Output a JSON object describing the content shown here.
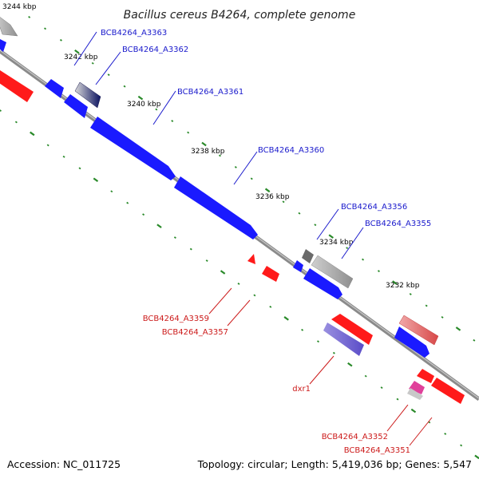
{
  "title": "Bacillus cereus B4264, complete genome",
  "footer": {
    "accession": "Accession: NC_011725",
    "summary": "Topology: circular; Length: 5,419,036 bp; Genes: 5,547"
  },
  "colors": {
    "forward": "#1a1aff",
    "reverse": "#ff1a1a",
    "backbone": "#7a7a7a",
    "tick": "#2a8a2a",
    "forward_label": "#1a1acc",
    "reverse_label": "#cc1a1a"
  },
  "ticks": [
    {
      "label": "3244 kbp"
    },
    {
      "label": "3242 kbp"
    },
    {
      "label": "3240 kbp"
    },
    {
      "label": "3238 kbp"
    },
    {
      "label": "3236 kbp"
    },
    {
      "label": "3234 kbp"
    },
    {
      "label": "3232 kbp"
    }
  ],
  "gene_labels": [
    {
      "text": "BCB4264_A3363",
      "strand": "forward"
    },
    {
      "text": "BCB4264_A3362",
      "strand": "forward"
    },
    {
      "text": "BCB4264_A3361",
      "strand": "forward"
    },
    {
      "text": "BCB4264_A3360",
      "strand": "forward"
    },
    {
      "text": "BCB4264_A3356",
      "strand": "forward"
    },
    {
      "text": "BCB4264_A3355",
      "strand": "forward"
    },
    {
      "text": "BCB4264_A3359",
      "strand": "reverse"
    },
    {
      "text": "BCB4264_A3357",
      "strand": "reverse"
    },
    {
      "text": "dxr1",
      "strand": "reverse"
    },
    {
      "text": "BCB4264_A3352",
      "strand": "reverse"
    },
    {
      "text": "BCB4264_A3351",
      "strand": "reverse"
    }
  ]
}
